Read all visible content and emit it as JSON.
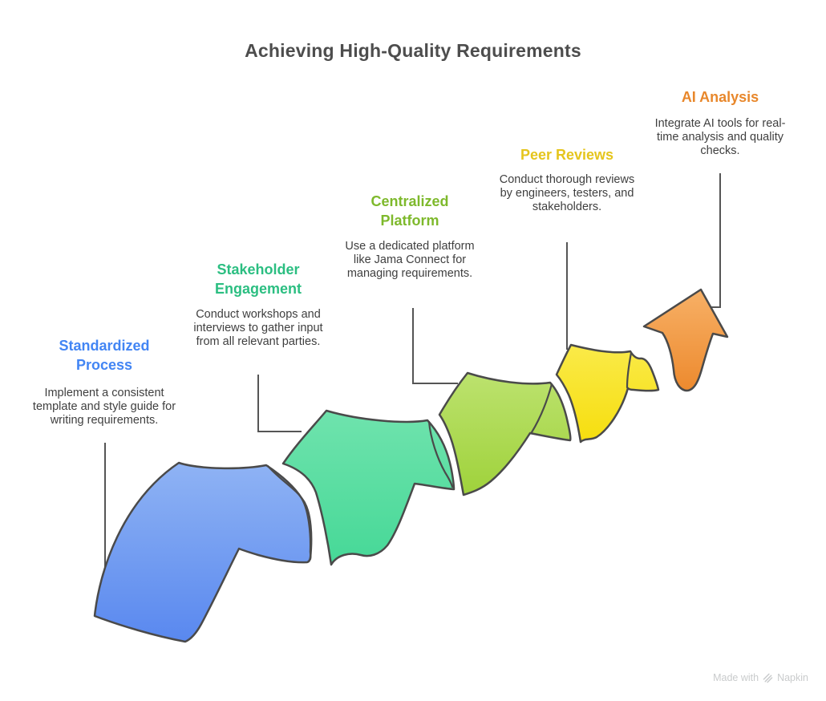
{
  "title": "Achieving High-Quality Requirements",
  "steps": [
    {
      "heading": "Standardized Process",
      "description": "Implement a consistent template and style guide for writing requirements.",
      "color": "#4285F4",
      "wave_light": "#8FB3F4",
      "wave_dark": "#5988EF"
    },
    {
      "heading": "Stakeholder Engagement",
      "description": "Conduct workshops and interviews to gather input from all relevant parties.",
      "color": "#2BBE81",
      "wave_light": "#6FE3AD",
      "wave_dark": "#46D897"
    },
    {
      "heading": "Centralized Platform",
      "description": "Use a dedicated platform like Jama Connect for managing requirements.",
      "color": "#7EB92C",
      "wave_light": "#BCE26E",
      "wave_dark": "#9FD23B"
    },
    {
      "heading": "Peer Reviews",
      "description": "Conduct thorough reviews by engineers, testers, and stakeholders.",
      "color": "#E5C51D",
      "wave_light": "#FAEA49",
      "wave_dark": "#F6DE0E"
    },
    {
      "heading": "AI Analysis",
      "description": "Integrate AI tools for real-time analysis and quality checks.",
      "color": "#E8872B",
      "wave_light": "#F7B066",
      "wave_dark": "#ED8A2E"
    }
  ],
  "outline_color": "#4A4A4A",
  "connector_color": "#555555",
  "footer": {
    "prefix": "Made with",
    "brand": "Napkin"
  }
}
